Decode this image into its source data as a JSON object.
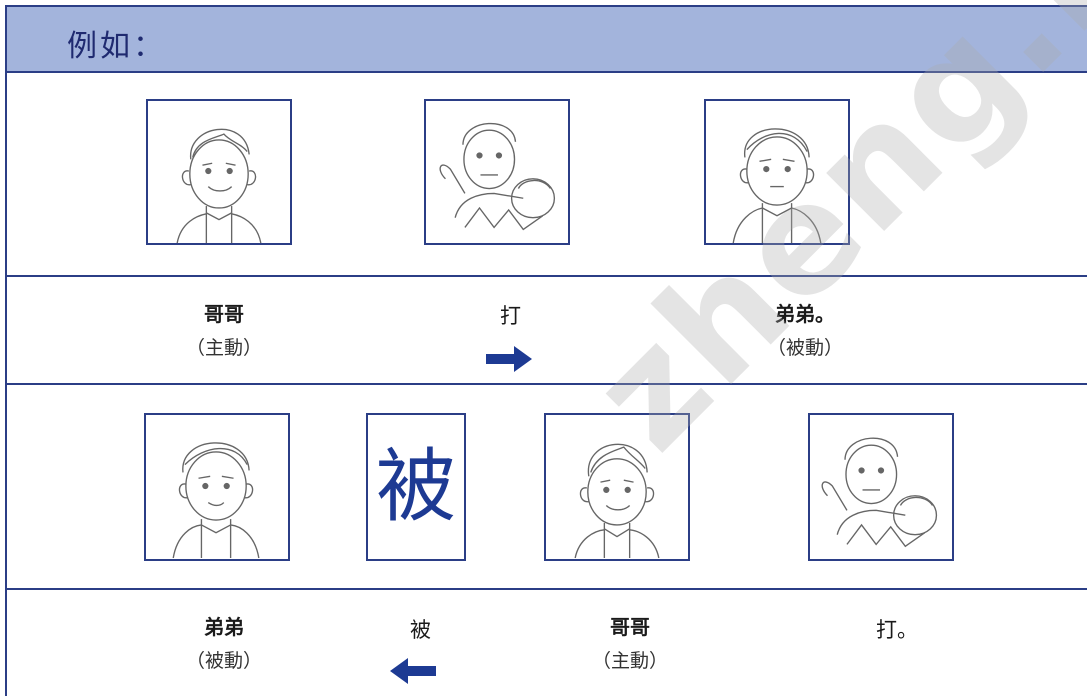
{
  "header": {
    "title": "例如："
  },
  "row1": {
    "subject": {
      "main": "哥哥",
      "role": "（主動）"
    },
    "verb": "打",
    "object": {
      "main": "弟弟。",
      "role": "（被動）"
    }
  },
  "row2": {
    "big_char": "被",
    "subject": {
      "main": "弟弟",
      "role": "（被動）"
    },
    "marker": "被",
    "agent": {
      "main": "哥哥",
      "role": "（主動）"
    },
    "verb": "打。"
  },
  "watermark": "zheng.ne",
  "colors": {
    "accent": "#2b3e86",
    "header_bg": "#a3b4dc",
    "arrow": "#1d3a93"
  },
  "icons": {
    "right_arrow": "arrow-right-icon",
    "left_arrow": "arrow-left-icon"
  }
}
